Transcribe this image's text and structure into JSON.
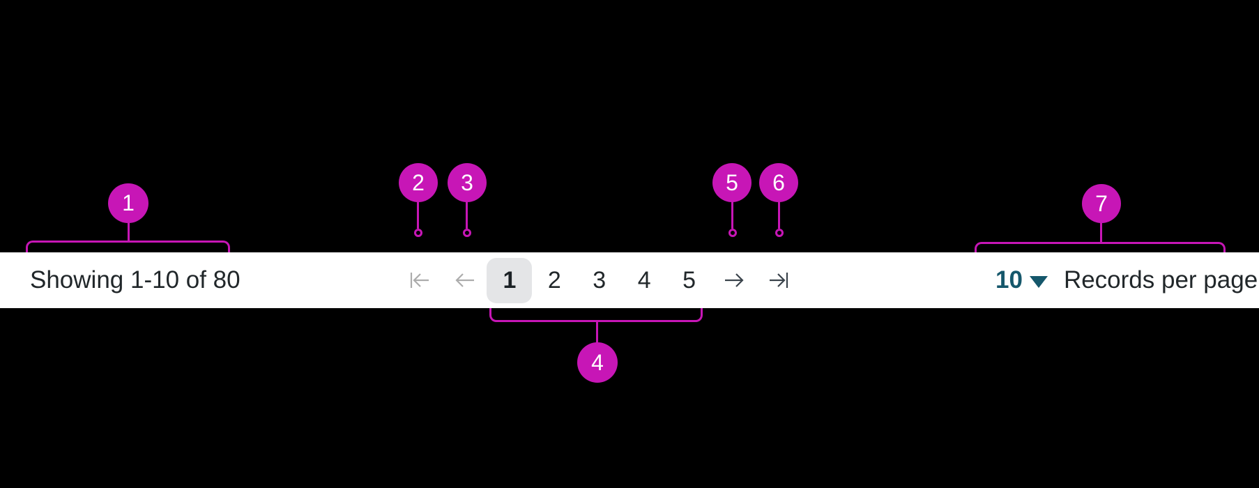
{
  "colors": {
    "background": "#000000",
    "bar_background": "#FFFFFF",
    "callout_accent": "#C716B6",
    "text_primary": "#21272A",
    "page_size_accent": "#15576B",
    "icon_enabled": "#3A434B",
    "icon_disabled": "#ACACAC",
    "selected_page_background": "#E4E5E7"
  },
  "pagination_bar": {
    "summary": "Showing 1-10 of 80",
    "controls": {
      "first_icon": "skip-to-first-page-icon",
      "previous_icon": "previous-page-icon",
      "pages": [
        "1",
        "2",
        "3",
        "4",
        "5"
      ],
      "current_page": "1",
      "next_icon": "next-page-icon",
      "last_icon": "skip-to-last-page-icon"
    },
    "page_size": {
      "value": "10",
      "caret_icon": "dropdown-caret-icon",
      "label": "Records per page"
    }
  },
  "callouts": [
    {
      "number": "1"
    },
    {
      "number": "2"
    },
    {
      "number": "3"
    },
    {
      "number": "4"
    },
    {
      "number": "5"
    },
    {
      "number": "6"
    },
    {
      "number": "7"
    }
  ]
}
